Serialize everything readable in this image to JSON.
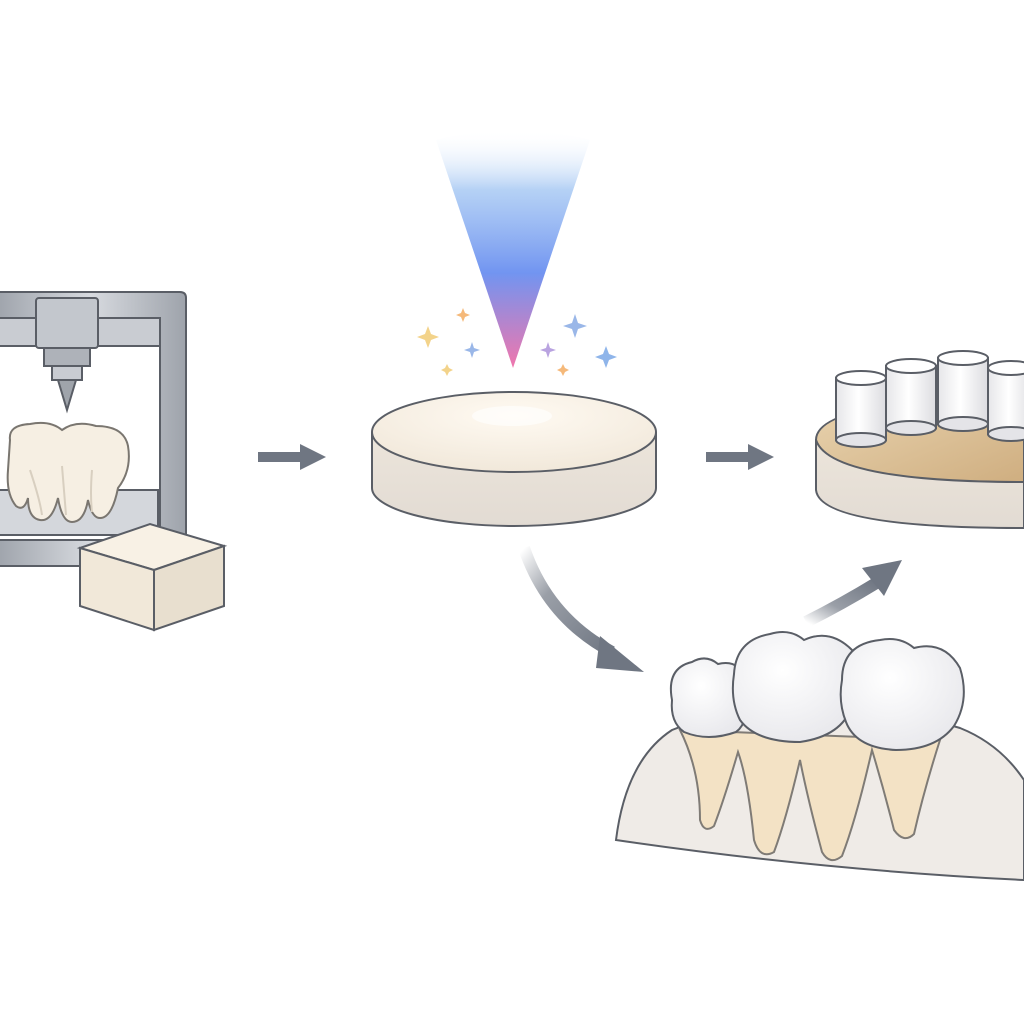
{
  "diagram": {
    "kind": "process-flow",
    "steps": [
      {
        "id": "milling",
        "depicts": "milling-machine-with-tooth-and-block"
      },
      {
        "id": "sintering",
        "depicts": "light-beam-over-disc"
      },
      {
        "id": "crown-blanks",
        "depicts": "disc-with-cylindrical-blanks"
      },
      {
        "id": "restoration",
        "depicts": "crowned-teeth-in-gum"
      }
    ],
    "connections": [
      {
        "from": "milling",
        "to": "sintering"
      },
      {
        "from": "sintering",
        "to": "crown-blanks"
      },
      {
        "from": "sintering",
        "to": "restoration"
      },
      {
        "from": "restoration",
        "to": "crown-blanks"
      }
    ]
  },
  "colors": {
    "outline": "#5a5e66",
    "arrow": "#6f7682",
    "ceramic": "#f3ece0",
    "ceramic_side": "#e9e2d8",
    "metal": "#b4b8bf",
    "gold_top": "#d9bf96",
    "beam_top": "#9ec3f2",
    "beam_mid": "#6a8ff0",
    "beam_tip": "#f06fa8",
    "gum": "#eeeae6",
    "root": "#f4e2c4"
  }
}
